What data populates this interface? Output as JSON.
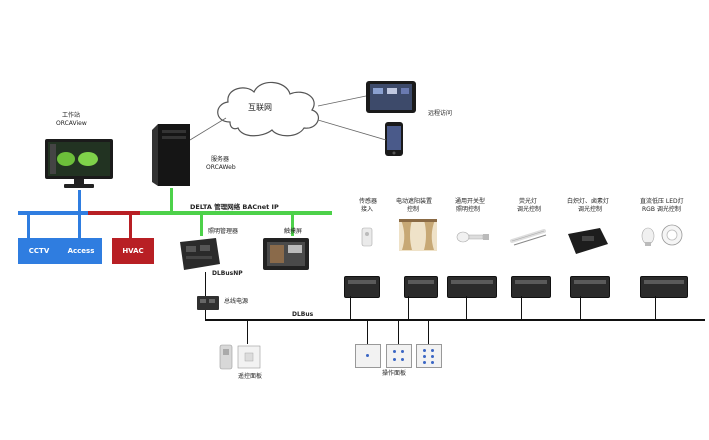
{
  "colors": {
    "ethernet_blue": "#2f7de0",
    "hvac_red": "#b81f24",
    "bacnet_green": "#4dd14a",
    "dlbus_black": "#111111"
  },
  "workstation": {
    "label_line1": "工作站",
    "label_line2": "ORCAView"
  },
  "server": {
    "label_line1": "服务器",
    "label_line2": "ORCAWeb"
  },
  "cloud": {
    "label": "互联网"
  },
  "remote_access": {
    "label": "远程访问"
  },
  "network_label": "DELTA 管理网络 BACnet IP",
  "systems": [
    {
      "label": "CCTV",
      "color": "#2f7de0"
    },
    {
      "label": "Access",
      "color": "#2f7de0"
    },
    {
      "label": "HVAC",
      "color": "#b81f24"
    }
  ],
  "lighting_manager": {
    "label": "照明管理器"
  },
  "touchscreen": {
    "label": "触摸屏"
  },
  "dlbusnp": {
    "label": "DLBusNP"
  },
  "bus_power": {
    "label": "总线电源"
  },
  "dlbus_label": "DLBus",
  "remote_panel": {
    "label": "遥控面板"
  },
  "operation_panel": {
    "label": "操作面板"
  },
  "devices": [
    {
      "line1": "传感器",
      "line2": "接入"
    },
    {
      "line1": "电动遮阳装置",
      "line2": "控制"
    },
    {
      "line1": "通用开关型",
      "line2": "照明控制"
    },
    {
      "line1": "荧光灯",
      "line2": "调光控制"
    },
    {
      "line1": "白炽灯、卤素灯",
      "line2": "调光控制"
    },
    {
      "line1": "直流低压 LED灯",
      "line2": "RGB 调光控制"
    }
  ],
  "icons": [
    "cloud-icon",
    "tablet-icon",
    "phone-icon",
    "monitor-icon",
    "server-icon",
    "sensor-icon",
    "curtain-icon",
    "lamp-icon",
    "tube-icon",
    "dimmer-icon",
    "led-strip-icon",
    "switch-panel-icon"
  ]
}
